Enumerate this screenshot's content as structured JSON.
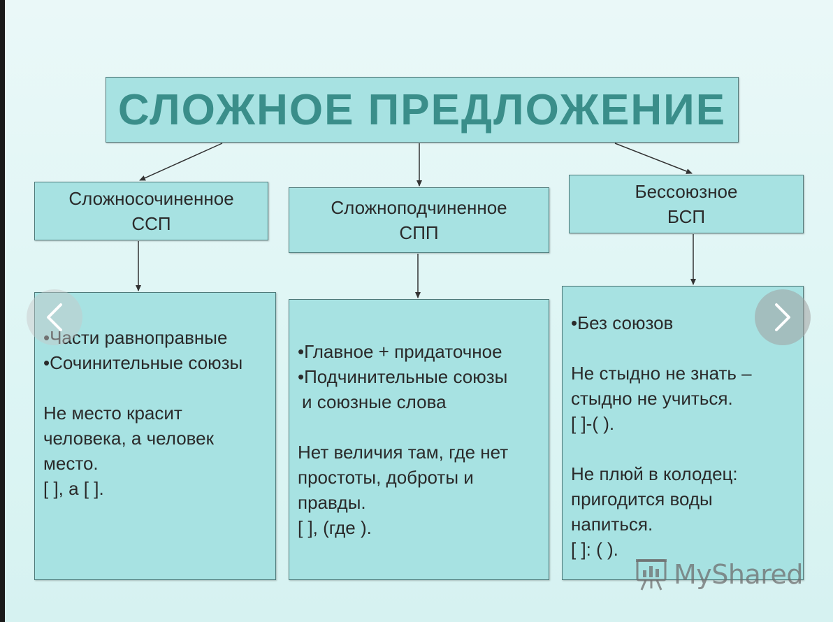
{
  "title": "СЛОЖНОЕ ПРЕДЛОЖЕНИЕ",
  "categories": [
    {
      "name": "Сложносочиненное",
      "abbr": "ССП"
    },
    {
      "name": "Сложноподчиненное",
      "abbr": "СПП"
    },
    {
      "name": "Бессоюзное",
      "abbr": "БСП"
    }
  ],
  "details": {
    "ssp": {
      "bullet_1": "•Части равноправные",
      "bullet_2": "•Сочинительные союзы",
      "example_1": "Не место красит",
      "example_2": "человека, а человек",
      "example_3": "место.",
      "scheme": "[  ], а [  ]."
    },
    "spp": {
      "bullet_1": "•Главное + придаточное",
      "bullet_2": "•Подчинительные союзы",
      "bullet_3": "и союзные слова",
      "example_1": "Нет величия там, где нет",
      "example_2": "простоты, доброты и",
      "example_3": "правды.",
      "scheme": "[  ], (где    )."
    },
    "bsp": {
      "bullet_1": "•Без союзов",
      "example_a1": "Не стыдно не знать –",
      "example_a2": "стыдно не учиться.",
      "scheme_a": "[  ]-(  ).",
      "example_b1": "Не плюй в колодец:",
      "example_b2": "пригодится воды",
      "example_b3": "напиться.",
      "scheme_b": "[  ]: (  )."
    }
  },
  "watermark": "MyShared",
  "icons": {
    "prev": "chevron-left-icon",
    "next": "chevron-right-icon",
    "logo": "presentation-board-icon"
  },
  "colors": {
    "box_fill": "#a7e2e2",
    "title_text": "#3a8e8a",
    "background": "#e2f6f5"
  }
}
